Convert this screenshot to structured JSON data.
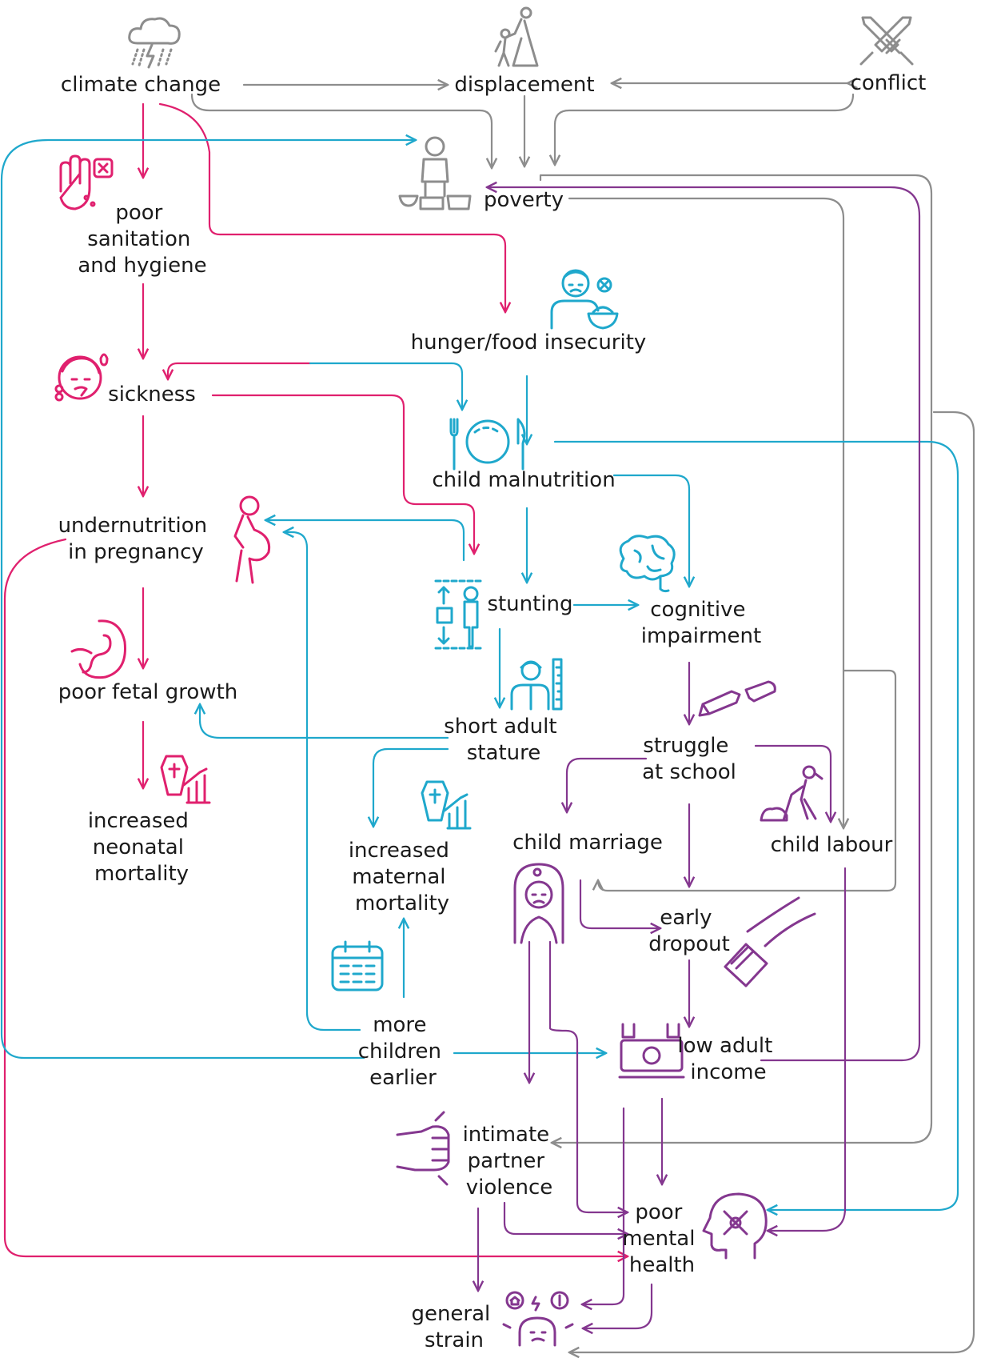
{
  "colors": {
    "gray": "#8d8d8d",
    "magenta": "#e0206e",
    "cyan": "#1fa8cc",
    "purple": "#84378f",
    "text": "#1a1a1a"
  },
  "nodes": {
    "climate_change": "climate change",
    "displacement": "displacement",
    "conflict": "conflict",
    "poverty": "poverty",
    "poor_sanitation": [
      "poor",
      "sanitation",
      "and hygiene"
    ],
    "hunger": "hunger/food insecurity",
    "sickness": "sickness",
    "child_malnutrition": "child malnutrition",
    "undernutrition_pregnancy": [
      "undernutrition",
      "in pregnancy"
    ],
    "stunting": "stunting",
    "cognitive_impairment": [
      "cognitive",
      "impairment"
    ],
    "poor_fetal_growth": "poor fetal growth",
    "short_adult_stature": [
      "short adult",
      "stature"
    ],
    "struggle_school": [
      "struggle",
      "at school"
    ],
    "increased_neonatal_mortality": [
      "increased",
      "neonatal",
      "mortality"
    ],
    "increased_maternal_mortality": [
      "increased",
      "maternal",
      "mortality"
    ],
    "child_marriage": "child marriage",
    "child_labour": "child labour",
    "early_dropout": [
      "early",
      "dropout"
    ],
    "more_children_earlier": [
      "more",
      "children",
      "earlier"
    ],
    "low_adult_income": [
      "low adult",
      "income"
    ],
    "intimate_partner_violence": [
      "intimate",
      "partner",
      "violence"
    ],
    "poor_mental_health": [
      "poor",
      "mental",
      "health"
    ],
    "general_strain": [
      "general",
      "strain"
    ]
  },
  "icons": [
    "storm-cloud-icon",
    "displaced-family-icon",
    "crossed-swords-icon",
    "beggar-icon",
    "dirty-hand-icon",
    "hungry-person-icon",
    "sick-child-icon",
    "empty-plate-icon",
    "pregnant-woman-icon",
    "height-measure-icon",
    "brain-icon",
    "fetus-icon",
    "adult-height-chart-icon",
    "broken-pencil-icon",
    "coffin-chart-icon",
    "child-labour-icon",
    "bride-icon",
    "dropout-book-icon",
    "calendar-icon",
    "money-icon",
    "fist-icon",
    "mental-health-head-icon",
    "stressed-person-icon"
  ]
}
